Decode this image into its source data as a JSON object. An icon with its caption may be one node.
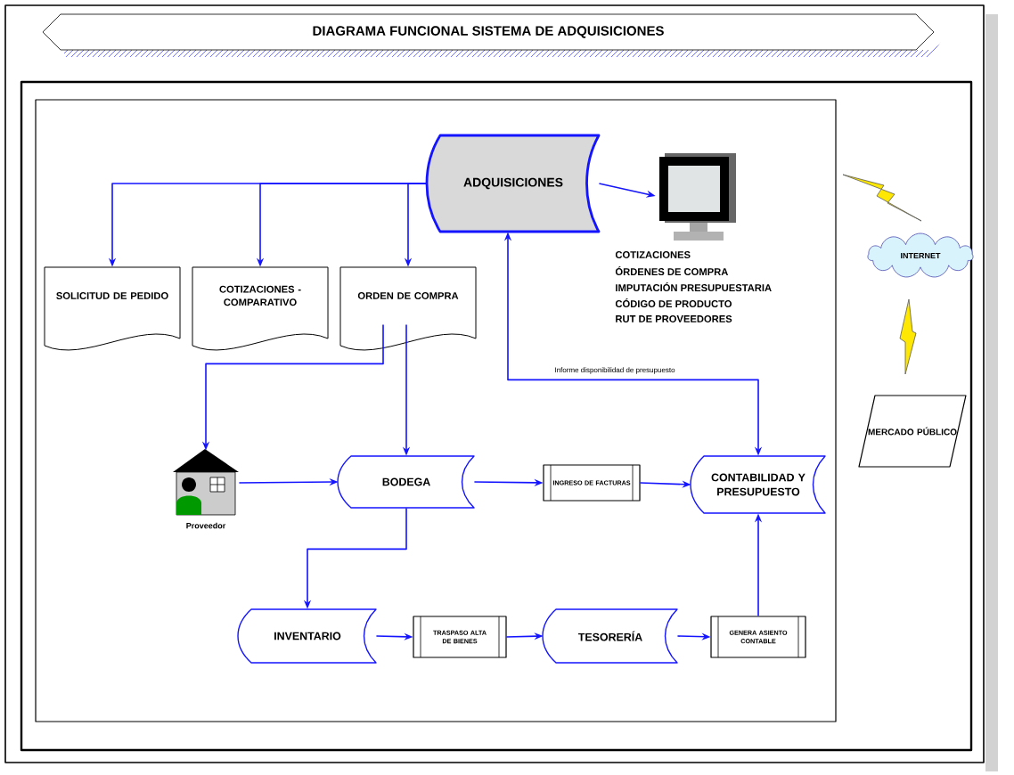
{
  "diagram": {
    "title": "DIAGRAMA FUNCIONAL SISTEMA DE ADQUISICIONES",
    "nodes": [
      {
        "text": [
          "ADQUISICIONES"
        ]
      },
      {
        "text": [],
        "shape": "picture",
        "beside": [
          "COTIZACIONES",
          "ÓRDENES DE COMPRA",
          "IMPUTACIÓN PRESUPUESTARIA",
          "CÓDIGO DE PRODUCTO",
          "RUT DE PROVEEDORES"
        ]
      },
      {
        "text": [
          "SOLICITUD DE PEDIDO"
        ]
      },
      {
        "text": [
          "COTIZACIONES - COMPARATIVO"
        ]
      },
      {
        "text": [
          "ORDEN DE COMPRA"
        ]
      },
      {
        "text": [],
        "shape": "picture",
        "beside": [
          "Proveedor"
        ]
      },
      {
        "text": [
          "BODEGA"
        ]
      },
      {
        "text": [
          "INGRESO DE FACTURAS"
        ]
      },
      {
        "text": [
          "CONTABILIDAD Y PRESUPUESTO"
        ]
      },
      {
        "text": [
          "INVENTARIO"
        ]
      },
      {
        "text": [
          "TRASPASO ALTA DE BIENES"
        ]
      },
      {
        "text": [
          "TESORERÍA"
        ]
      },
      {
        "text": [
          "GENERA ASIENTO CONTABLE"
        ]
      },
      {
        "text": [
          "INTERNET"
        ]
      },
      {
        "text": [
          "MERCADO PÚBLICO"
        ]
      }
    ],
    "edges": [
      {
        "from": 0,
        "to": 2,
        "arrow": "to"
      },
      {
        "from": 0,
        "to": 3,
        "arrow": "to"
      },
      {
        "from": 0,
        "to": 4,
        "arrow": "to"
      },
      {
        "from": 0,
        "to": 1,
        "arrow": "to"
      },
      {
        "from": 4,
        "to": 5,
        "arrow": "to"
      },
      {
        "from": 4,
        "to": 6,
        "arrow": "to"
      },
      {
        "from": 5,
        "to": 6,
        "arrow": "to"
      },
      {
        "from": 6,
        "to": 7,
        "arrow": "to"
      },
      {
        "from": 7,
        "to": 8,
        "arrow": "to"
      },
      {
        "from": 0,
        "to": 8,
        "arrow": "both",
        "label": "Informe disponibilidad de presupuesto"
      },
      {
        "from": 6,
        "to": 9,
        "arrow": "to"
      },
      {
        "from": 9,
        "to": 10,
        "arrow": "to"
      },
      {
        "from": 10,
        "to": 11,
        "arrow": "to"
      },
      {
        "from": 11,
        "to": 12,
        "arrow": "to"
      },
      {
        "from": 12,
        "to": 8,
        "arrow": "to"
      }
    ]
  }
}
